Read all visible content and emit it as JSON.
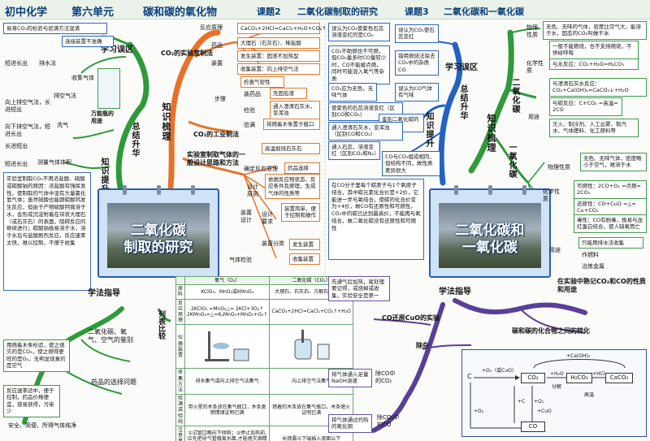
{
  "header": {
    "course": "初中化学",
    "unit": "第六单元",
    "unit_title": "碳和碳的氧化物",
    "lesson2": "课题2",
    "lesson2_title": "二氧化碳制取的研究",
    "lesson3": "课题3",
    "lesson3_title": "二氧化碳和一氧化碳"
  },
  "colors": {
    "orange_branch": "#e8712a",
    "green_branch": "#2f9a3c",
    "blue_branch": "#2463c4",
    "purple_branch": "#5a3f98",
    "board_blue": "#2b5ea8",
    "title_blue": "#0c3f7a"
  },
  "left": {
    "board_title_1": "二氧化碳",
    "board_title_2": "制取的研究",
    "summary": "总结升华",
    "knowledge": "知识提升",
    "method": "学法指导",
    "review": "知识梳理",
    "error_area": "学习误区",
    "errors": {
      "e1": "易将CO₂的检验与验满方法混淆",
      "e2": "连接装置不准确",
      "e3": "短进长出",
      "e4": "排水法",
      "e5": "收集气体",
      "e6": "排空气法",
      "e7": "万能瓶的用途",
      "e8": "向上排空气法，长进短出",
      "e9": "洗气",
      "e10": "向下排空气法，短进长出",
      "e11": "长进短出",
      "e12": "短进长出",
      "e13": "测量气体体积"
    },
    "note1": "实验室制取CO₂不用浓盐酸、硫酸或碳酸钠的原因：浓盐酸有强挥发性，使制取的气体中混有大量氯化氢气体；虽然硫酸也能跟碳酸钙发生反应，但由于产物硫酸钙微溶于水，会形成沉淀附着在块状大理石（或石灰石）的表面，阻碍反应的继续进行；碳酸钠极易溶于水，溶于水后与盐酸剧烈反应，反应速率太快，难以控制，不便于收集",
    "lab_method": "CO₂的实验室制法",
    "reaction_principle": "反应原理",
    "reaction_eq": "CaCO₃+2HCl=CaCl₂+H₂O+CO₂↑",
    "drugs": "药品",
    "drug1": "大理石（石灰石）、稀盐酸",
    "apparatus": "装置",
    "gen_device": "发生装置：固液不加热型",
    "col_device": "收集装置：向上排空气法",
    "steps": "步骤",
    "step1": "检查气密性",
    "step2": "装药品",
    "step2a": "先固后液",
    "step3": "检验",
    "step3a": "通入澄清石灰水，变浑浊",
    "step4": "验满",
    "step4a": "将燃着木条置于瓶口",
    "industry": "CO₂的工业制法",
    "industry_eq": "高温煅烧石灰石",
    "general": "实验室制取气体的一般设计思路和方法",
    "g1": "确定反应原理",
    "g1a": "药品选择",
    "g2": "设计原则",
    "g2a": "依据反应物状态、反应条件及原理，生成气体的性质等",
    "g3": "装置设计",
    "g3a": "设计要求",
    "g3b": "装置简单，便于控制和操作",
    "g3c": "装置分类",
    "g3d": "发生装置",
    "g3e": "收集装置",
    "g4": "气体检验",
    "compare": "列表比较",
    "co2_o2": "二氧化碳、氧气、空气的鉴别",
    "co2_o2_note": "用燃着木条检验，使之熄灭的是CO₂，使之燃得更旺的是O₂，无明显现象的是空气",
    "drug_select": "药品的选择问题",
    "drug_note": "反应速率适中，便于控制，药品价格便宜，容易获得，污染少",
    "drug_note2": "安全、简便、所得气体纯净",
    "table": {
      "head": [
        "",
        "氧气（O₂）",
        "二氧化碳（CO₂）"
      ],
      "r1": [
        "原料",
        "KClO₃、MnO₂或KMnO₄",
        "大理石、石灰石、方解石和稀盐酸"
      ],
      "r2": [
        "反应原理",
        "2KClO₃ =MnO₂△= 2KCl+3O₂↑ 2KMnO₄=△=K₂MnO₄+MnO₂+O₂↑",
        "CaCO₃+2HCl=CaCl₂+CO₂↑+H₂O"
      ],
      "r3": [
        "仪器装置",
        "",
        ""
      ],
      "r4": [
        "收集方法",
        "排水集气或向上排空气法集气",
        "向上排空气法集气"
      ],
      "r5": [
        "验满或验纯",
        "带火星的木条放在集气瓶口，木条复燃情绪证明已满",
        "燃着的木条放在集气瓶口，木条熄火证明已满"
      ],
      "r6": [
        "注意事项",
        "①试管口略向下倾斜；②停止加热前,应先把导气管撤离水面,才能熄灭酒精灯",
        "长颈漏斗下端插入液面以下"
      ]
    }
  },
  "right": {
    "board_title_1": "二氧化碳和",
    "board_title_2": "一氧化碳",
    "summary": "总结升华",
    "knowledge": "知识提升",
    "method": "学法指导",
    "review": "知识梳理",
    "error_area": "学习误区",
    "m1": "误认为CO₂使紫色石蕊溶液变红的是CO₂",
    "m1a": "误认为CO₂使石蕊变红",
    "m2": "CO₂不助燃也不可燃，但CO₂量多时CO量较少时，CO不能被点燃，同时可能混入氧气等杂质",
    "m2a": "错用燃烧法除去CO₂中的杂质CO",
    "m3": "CO₂应为无色，无味气体",
    "m3a": "误认为CO气体有气味",
    "k1": "使紫色的石蕊溶液变红（区别CO和CO₂）",
    "k2": "鉴别二氧化碳的方法",
    "k3": "通入澄清石灰水，变浑浊（区别CO和CO₂）",
    "k4": "通入石蕊，溶液变红（区别CO₂和N₂）",
    "k5": "CO与CO₂组成相同，但结构不同，故性质差异很大",
    "note2": "在CO分子里每个碳原子与1个氧原子结合，其中碳元素化合价是+2价，它能进一步与氧结合，使碳的化合价变为+4价，故CO有还原性和可燃性，CO₂中的碳已达到最高价，不能再与氧结合，故二氧化碳没有还原性和可燃性",
    "co2": "二氧化碳",
    "co": "一氧化碳",
    "physical": "物理性质",
    "chemical": "化学性质",
    "usage": "用途",
    "p1": "无色、无味的气体，密度比空气大，能溶于水，固态的CO₂叫做干冰",
    "c1": "一般不能燃烧，也不支持燃烧，不供给呼吸",
    "c2": "与水反应：CO₂+H₂O=H₂CO₃",
    "c3": "与澄清石灰水反应：CO₂+Ca(OH)₂=CaCO₃↓+H₂O",
    "c4": "与碳反应：C+CO₂ =高温= 2CO",
    "u1": "灭火、制冷剂、人工云雾、制汽水、气体肥料、化工原料等",
    "cp1": "无色、无味气体，密度略小于空气，难溶于水",
    "cc1": "可燃性：2CO+O₂ =点燃= 2CO₂",
    "cc2": "还原性：CO+CuO =△= Cu+CO₂",
    "cc3": "毒性：CO有剧毒，极易与血红蛋白结合，使人缺氧而亡",
    "cc4": "只能用排水法收集",
    "cu1": "作燃料",
    "cu2": "冶炼金属",
    "lab_note": "在实验中熟记CO₂和CO的性质和用途",
    "cuo_exp": "CO还原CuO的实验",
    "first_last": "先通气后加热，尾处理要记得，或烧掉或收集，实验安全是第一",
    "remove1": "将气体通入足量NaOH溶液",
    "remove1a": "除CO中的CO₂",
    "remove": "除杂",
    "remove2": "将气体通过灼热的氧化铜",
    "remove2a": "除CO₂中的CO",
    "compounds": "碳和碳的化合物之间的转化",
    "rx": {
      "c": "C",
      "co2": "CO₂",
      "h2co3": "H₂CO₃",
      "caco3": "CaCO₃",
      "co": "CO",
      "l1": "+O₂（或CuO）",
      "l2": "+H₂O",
      "l3": "+HCl",
      "l4": "+Ca(OH)₂",
      "l5": "分解",
      "l6": "高温",
      "l7": "+C",
      "l8": "+O₂",
      "l9": "+O₂",
      "l10": "+CuO"
    }
  }
}
